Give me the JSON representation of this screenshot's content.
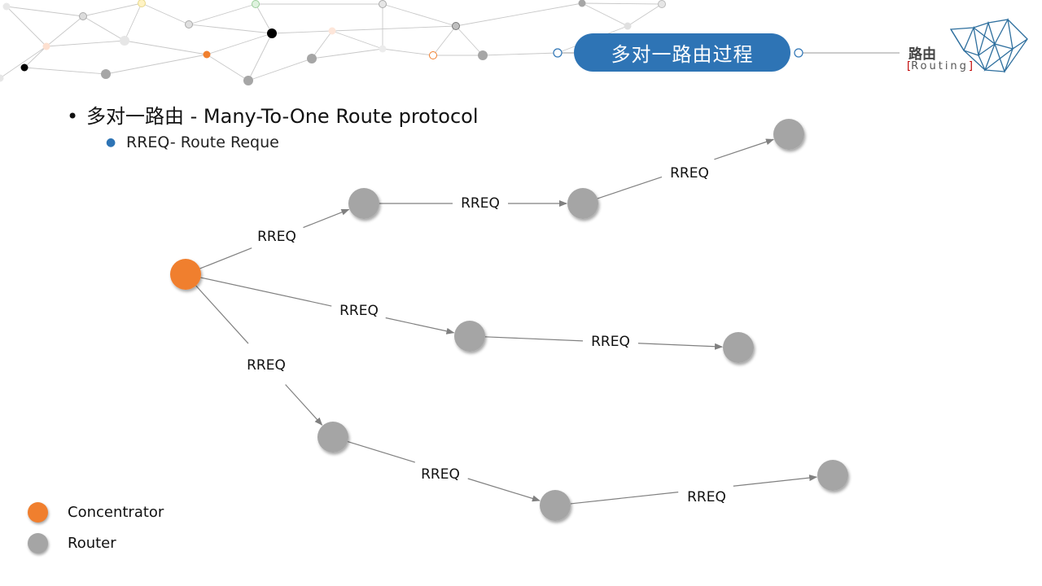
{
  "header": {
    "title": "多对一路由过程",
    "brand": {
      "main": "路由",
      "bracket_left": "[",
      "sub": "Routing",
      "bracket_right": "]"
    }
  },
  "content": {
    "bullet_level1": "多对一路由 - Many-To-One Route protocol",
    "bullet_level2": "RREQ- Route Reque"
  },
  "diagram": {
    "nodes": [
      {
        "id": "concentrator",
        "type": "concentrator"
      },
      {
        "id": "r1",
        "type": "router"
      },
      {
        "id": "r2",
        "type": "router"
      },
      {
        "id": "r3",
        "type": "router"
      },
      {
        "id": "r4",
        "type": "router"
      },
      {
        "id": "r5",
        "type": "router"
      },
      {
        "id": "r6",
        "type": "router"
      },
      {
        "id": "r7",
        "type": "router"
      },
      {
        "id": "r8",
        "type": "router"
      },
      {
        "id": "r9",
        "type": "router"
      }
    ],
    "edges": [
      {
        "from": "concentrator",
        "to": "r1",
        "label": "RREQ"
      },
      {
        "from": "r1",
        "to": "r2",
        "label": "RREQ"
      },
      {
        "from": "r2",
        "to": "r3",
        "label": "RREQ"
      },
      {
        "from": "concentrator",
        "to": "r4",
        "label": "RREQ"
      },
      {
        "from": "r4",
        "to": "r5",
        "label": "RREQ"
      },
      {
        "from": "concentrator",
        "to": "r6",
        "label": "RREQ"
      },
      {
        "from": "r6",
        "to": "r7",
        "label": "RREQ"
      },
      {
        "from": "r7",
        "to": "r8",
        "label": "RREQ"
      }
    ]
  },
  "legend": [
    {
      "label": "Concentrator",
      "color": "#f07f2e"
    },
    {
      "label": "Router",
      "color": "#a5a5a5"
    }
  ],
  "colors": {
    "accent": "#2e74b5",
    "concentrator": "#f07f2e",
    "router": "#a5a5a5",
    "edge": "#808080"
  }
}
